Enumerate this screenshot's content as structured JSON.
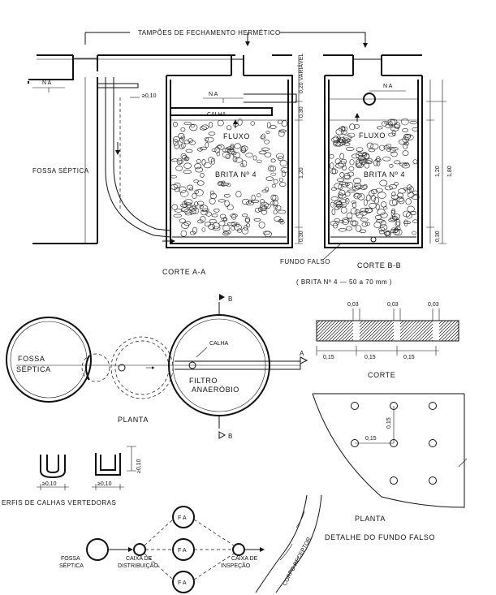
{
  "labels": {
    "tampoes": "TAMPÕES DE FECHAMENTO HERMÉTICO",
    "na": "N A",
    "ge010_top": "≥0,10",
    "calha": "CALHA",
    "fluxo": "FLUXO",
    "brita4": "BRITA Nº 4",
    "fossa_septica": "FOSSA SÉPTICA",
    "variavel": "0,20 VARIÁVEL",
    "d030a": "0,30",
    "d120a": "1,20",
    "d030b": "0,30",
    "d180": "1,80",
    "corte_aa": "CORTE A-A",
    "fundo_falso": "FUNDO FALSO",
    "corte_bb": "CORTE B-B",
    "brita_note": "( BRITA Nº 4 — 50 a 70 mm )",
    "b_top": "B",
    "b_bottom": "B",
    "a_right": "A",
    "fossa": "FOSSA",
    "septica": "SÉPTICA",
    "calha_plan": "CALHA",
    "filtro": "FILTRO",
    "anaerobio": "ANAERÓBIO",
    "planta": "PLANTA",
    "d003a": "0,03",
    "d003b": "0,03",
    "d003c": "0,03",
    "d015a": "0,15",
    "d015b": "0,15",
    "d015c": "0,15",
    "corte": "CORTE",
    "d015v": "0,15",
    "d015h": "0,15",
    "planta2": "PLANTA",
    "detalhe": "DETALHE DO FUNDO FALSO",
    "d010v": "≥0,10",
    "ge010a": "≥0,10",
    "ge010b": "≥0,10",
    "perfis": "ERFIS DE CALHAS VERTEDORAS",
    "fa1": "F A",
    "fa2": "F A",
    "fa3": "F A",
    "fossa2": "FOSSA",
    "septica2": "SÉPTICA",
    "caixa_dist1": "CAIXA DE",
    "caixa_dist2": "DISTRIBUIÇÃO",
    "caixa_insp1": "CAIXA DE",
    "caixa_insp2": "INSPEÇÃO",
    "corpo_receptor": "CORPO RECEPTOR"
  }
}
